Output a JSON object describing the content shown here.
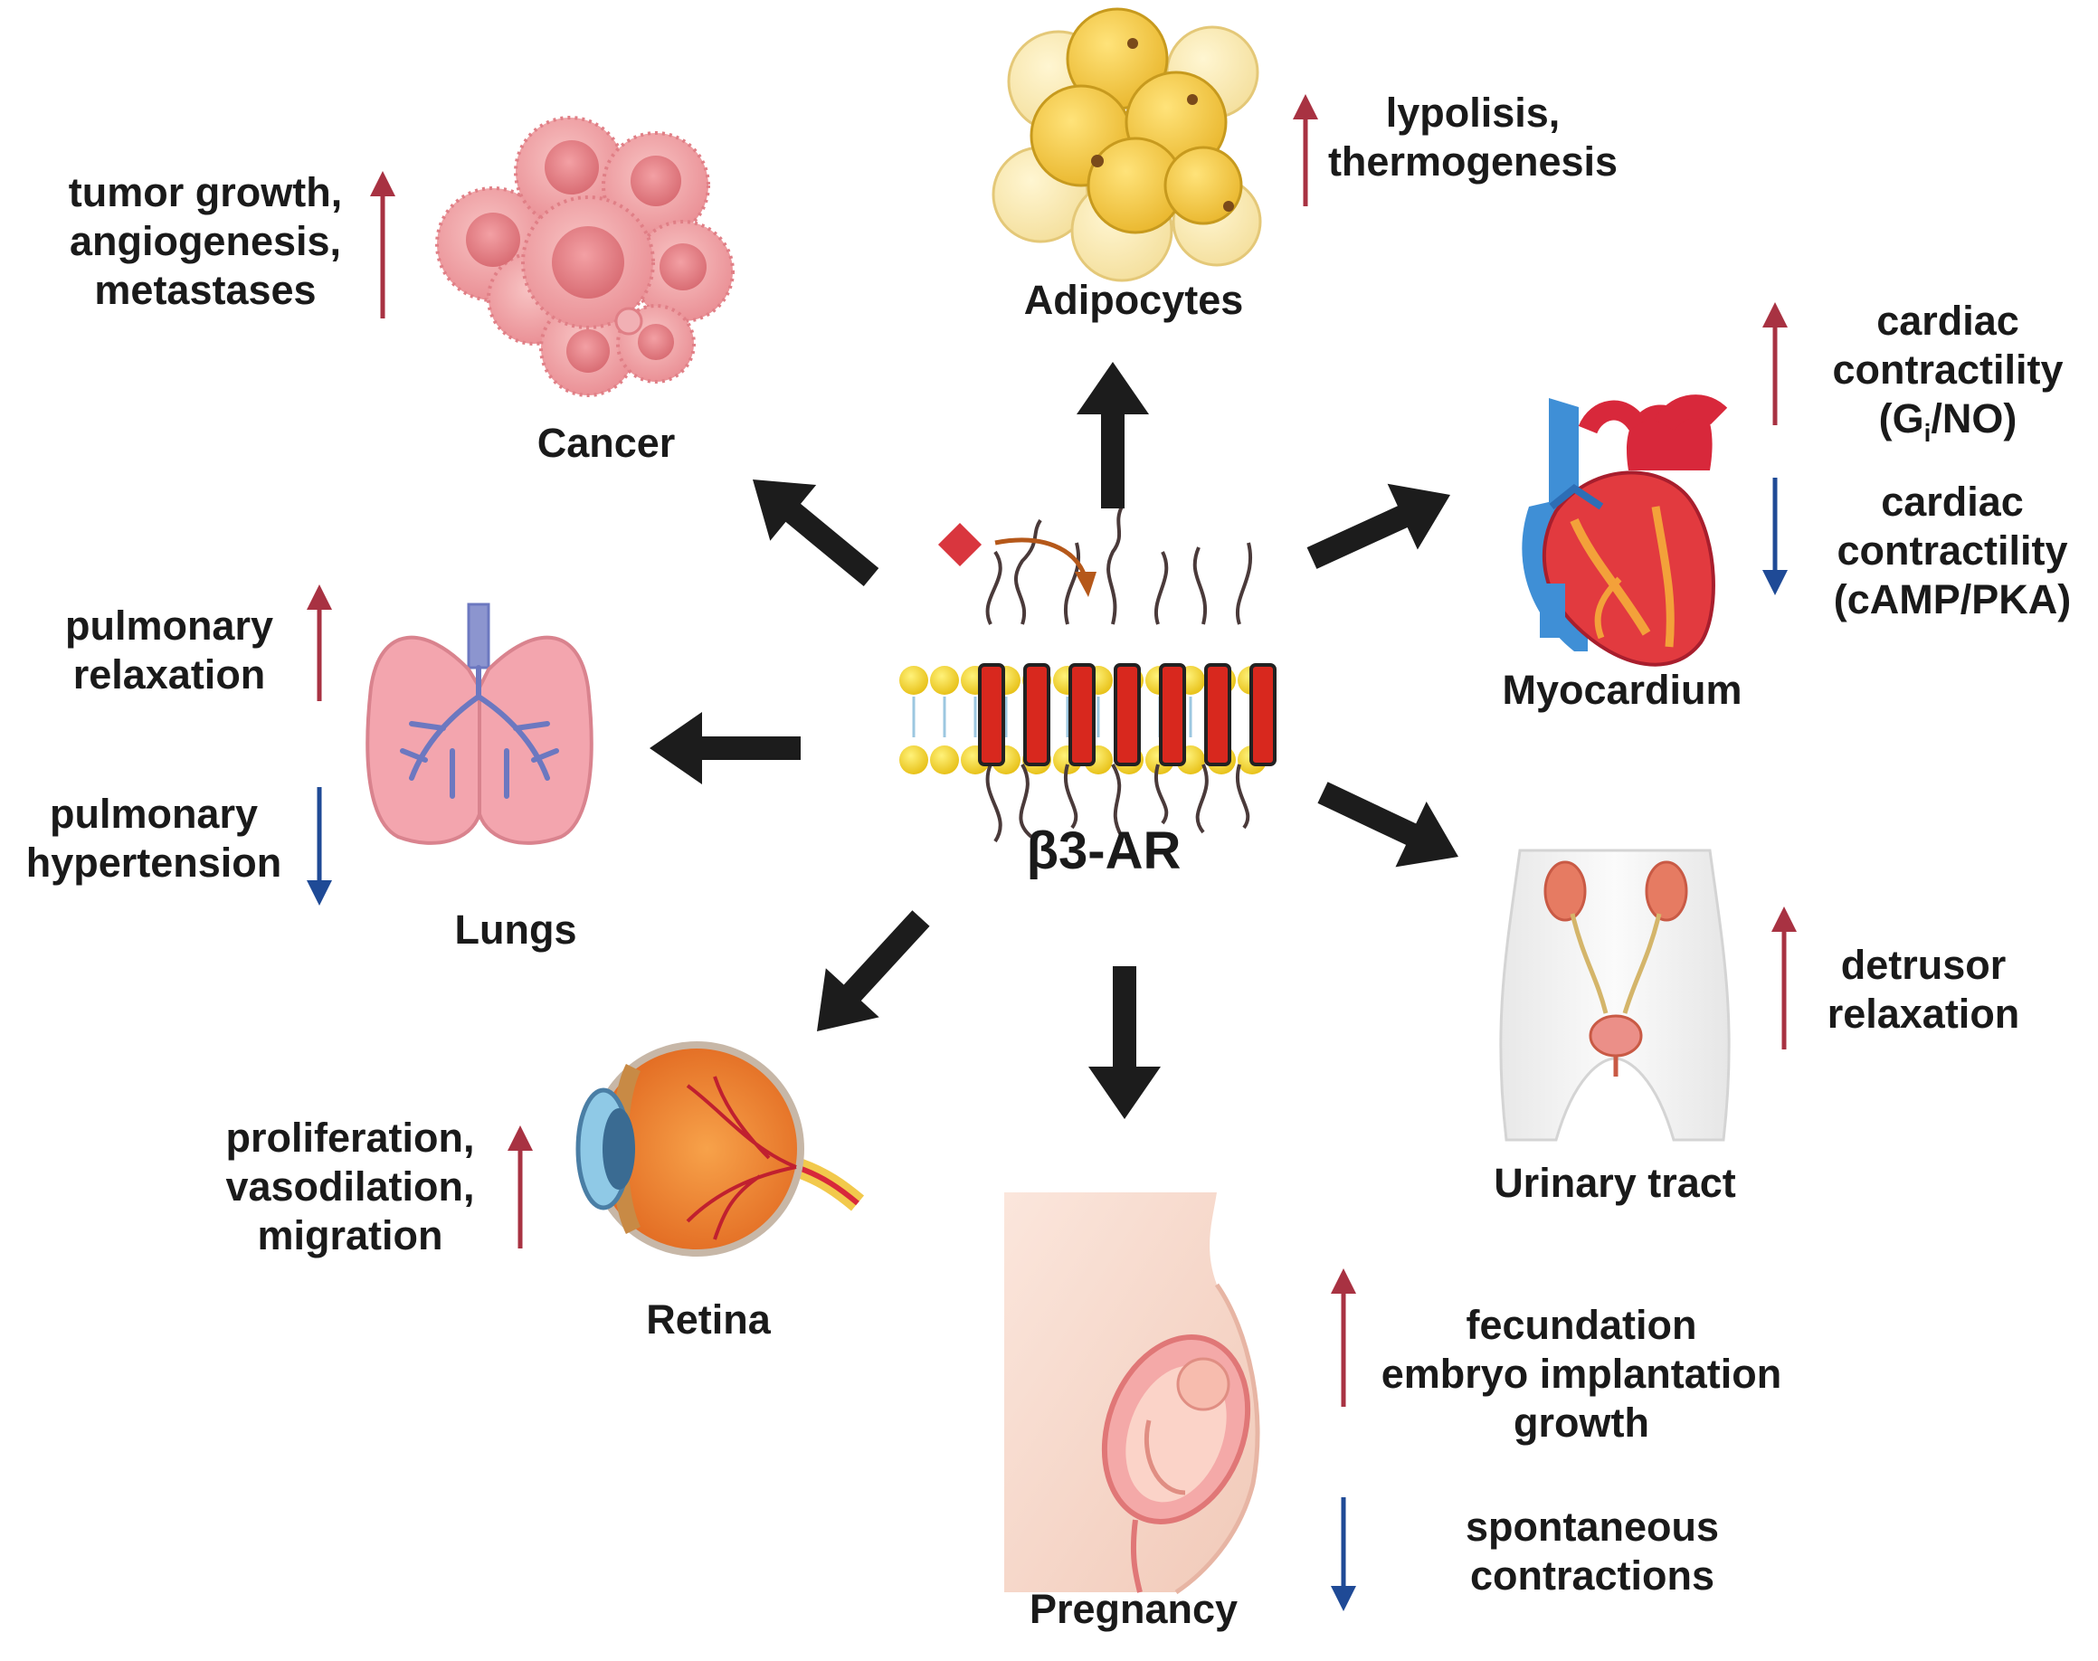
{
  "center": {
    "label": "β3-AR",
    "ligand_icon": "ligand-diamond-icon",
    "receptor_icon": "membrane-receptor-icon"
  },
  "colors": {
    "increase": "#a83242",
    "decrease": "#1f4a96",
    "arrow": "#1c1c1c",
    "ligand": "#d9363e",
    "ligand_arrow": "#b5581a"
  },
  "organs": {
    "cancer": {
      "label": "Cancer",
      "icon": "cancer-cells-icon",
      "effects": [
        {
          "direction": "up",
          "lines": [
            "tumor growth,",
            "angiogenesis,",
            "metastases"
          ]
        }
      ]
    },
    "adipocytes": {
      "label": "Adipocytes",
      "icon": "fat-cells-icon",
      "effects": [
        {
          "direction": "up",
          "lines": [
            "lypolisis,",
            "thermogenesis"
          ]
        }
      ]
    },
    "myocardium": {
      "label": "Myocardium",
      "icon": "heart-icon",
      "effects": [
        {
          "direction": "up",
          "lines": [
            "cardiac",
            "contractility",
            "(G",
            "i",
            "/NO)"
          ]
        },
        {
          "direction": "down",
          "lines": [
            "cardiac",
            "contractility",
            "(cAMP/PKA)"
          ]
        }
      ]
    },
    "lungs": {
      "label": "Lungs",
      "icon": "lungs-icon",
      "effects": [
        {
          "direction": "up",
          "lines": [
            "pulmonary",
            "relaxation"
          ]
        },
        {
          "direction": "down",
          "lines": [
            "pulmonary",
            "hypertension"
          ]
        }
      ]
    },
    "urinary": {
      "label": "Urinary tract",
      "icon": "urinary-tract-icon",
      "effects": [
        {
          "direction": "up",
          "lines": [
            "detrusor",
            "relaxation"
          ]
        }
      ]
    },
    "retina": {
      "label": "Retina",
      "icon": "eye-icon",
      "effects": [
        {
          "direction": "up",
          "lines": [
            "proliferation,",
            "vasodilation,",
            "migration"
          ]
        }
      ]
    },
    "pregnancy": {
      "label": "Pregnancy",
      "icon": "pregnancy-icon",
      "effects": [
        {
          "direction": "up",
          "lines": [
            "fecundation",
            "embryo implantation",
            "growth"
          ]
        },
        {
          "direction": "down",
          "lines": [
            "spontaneous",
            "contractions"
          ]
        }
      ]
    }
  }
}
